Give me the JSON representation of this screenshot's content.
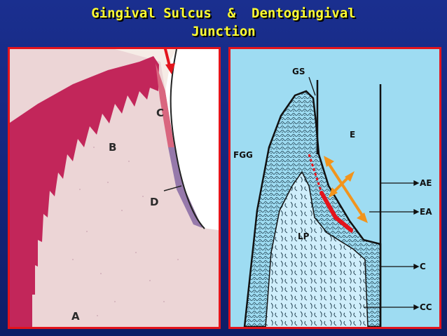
{
  "slide": {
    "title_line1": "Gingival Sulcus  &  Dentogingival",
    "title_line2": "Junction"
  },
  "histology": {
    "labels": {
      "a": "A",
      "b": "B",
      "c": "C",
      "d": "D"
    }
  },
  "schematic": {
    "labels": {
      "gs": "GS",
      "e": "E",
      "fgg": "FGG",
      "lp": "LP",
      "ae": "AE",
      "ea": "EA",
      "c": "C",
      "cc": "CC"
    }
  },
  "colors": {
    "background": "#1a2f8f",
    "title": "#ffff33",
    "frame": "#e3141c",
    "arrow_orange": "#f2941c",
    "arrow_red": "#e3141c",
    "stain_pink": "#c2265a",
    "schematic_bg": "#9edcf2"
  }
}
